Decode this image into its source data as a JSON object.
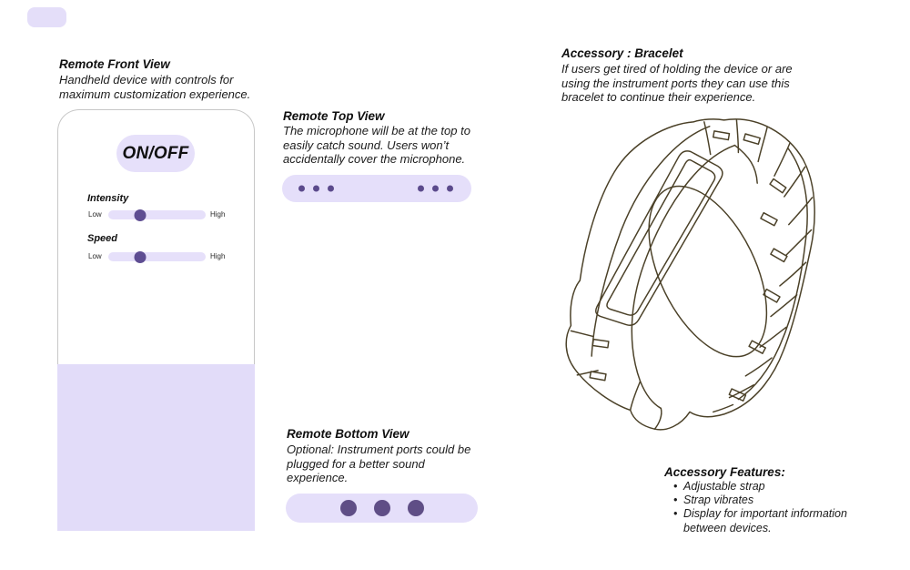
{
  "colors": {
    "lavender_fill": "#E5DFFA",
    "lavender_panel": "#E2DCF9",
    "purple_dot": "#5B4A8C",
    "purple_port_dot": "#5F4E86",
    "slider_thumb": "#5E4D92",
    "device_border": "#C7C7C7",
    "sketch_ink": "#4B4128",
    "text": "#141414"
  },
  "brand_chip": {
    "color": "#E4DEF9"
  },
  "front_view": {
    "title": "Remote Front View",
    "lines": [
      "Handheld device with controls for",
      "maximum customization experience."
    ],
    "device": {
      "power_label": "ON/OFF",
      "sliders": [
        {
          "label": "Intensity",
          "min": "Low",
          "max": "High",
          "value_pct": 33
        },
        {
          "label": "Speed",
          "min": "Low",
          "max": "High",
          "value_pct": 33
        }
      ]
    }
  },
  "top_view": {
    "title": "Remote Top View",
    "lines": [
      "The microphone will be at the top to",
      "easily catch sound. Users won’t",
      "accidentally cover the microphone."
    ],
    "mic_dot_groups": [
      3,
      3
    ]
  },
  "bottom_view": {
    "title": "Remote Bottom View",
    "lines": [
      "Optional: Instrument ports could be",
      "plugged for a better sound",
      "experience."
    ],
    "port_count": 3
  },
  "accessory": {
    "title": "Accessory : Bracelet",
    "lines": [
      "If users get tired of holding the device or are",
      "using the instrument ports they can use this",
      "bracelet to continue their experience."
    ],
    "features_title": "Accessory Features:",
    "bullet_char": "•",
    "features": [
      "Adjustable strap",
      "Strap vibrates",
      "Display for important information between devices."
    ]
  }
}
